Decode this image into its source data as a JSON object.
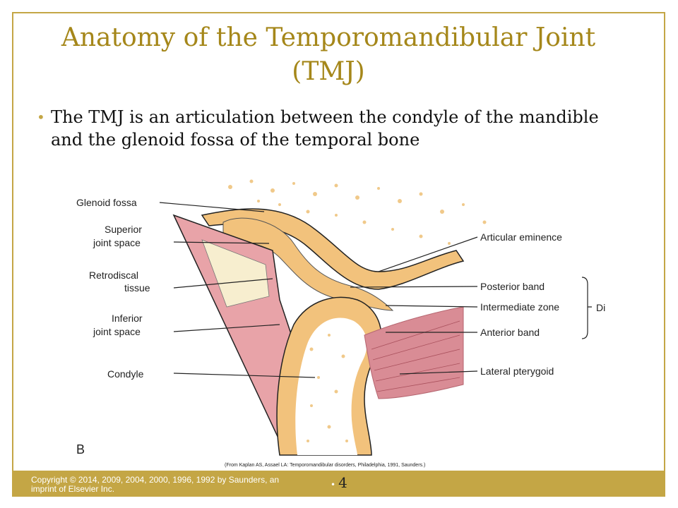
{
  "slide": {
    "title": "Anatomy of the Temporomandibular Joint (TMJ)",
    "bullet": "The TMJ is an articulation between the condyle of the mandible and the glenoid fossa of the temporal bone"
  },
  "figure": {
    "labels_left": {
      "glenoid_fossa": "Glenoid fossa",
      "superior_joint_space_1": "Superior",
      "superior_joint_space_2": "joint space",
      "retrodiscal_1": "Retrodiscal",
      "retrodiscal_2": "tissue",
      "inferior_joint_space_1": "Inferior",
      "inferior_joint_space_2": "joint space",
      "condyle": "Condyle"
    },
    "labels_right": {
      "articular_eminence": "Articular eminence",
      "posterior_band": "Posterior band",
      "intermediate_zone": "Intermediate zone",
      "anterior_band": "Anterior band",
      "lateral_pterygoid": "Lateral pterygoid",
      "disc_label": "Di"
    },
    "panel_letter": "B",
    "credit": "(From Kaplan AS, Assael LA: Temporomandibular disorders, Philadelphia, 1991, Saunders.)"
  },
  "footer": {
    "copyright": "Copyright © 2014, 2009, 2004, 2000, 1996, 1992 by Saunders, an imprint of Elsevier Inc.",
    "page_number": "4"
  },
  "colors": {
    "accent_gold": "#c4a645",
    "title_gold": "#a5871a",
    "bone_tan": "#f2c27c",
    "muscle_pink": "#d98c95"
  }
}
